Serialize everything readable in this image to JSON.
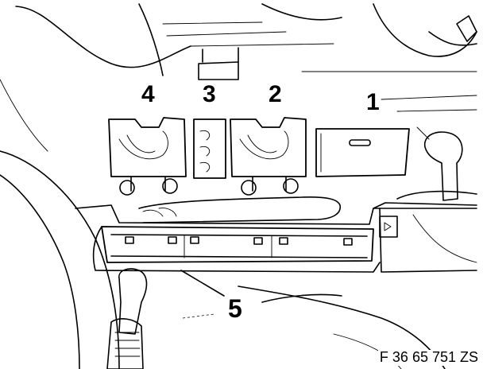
{
  "callouts": {
    "c1": "1",
    "c2": "2",
    "c3": "3",
    "c4": "4",
    "c5": "5"
  },
  "figure_id": "F 36 65 751 ZS",
  "colors": {
    "line": "#000000",
    "background": "#ffffff"
  }
}
